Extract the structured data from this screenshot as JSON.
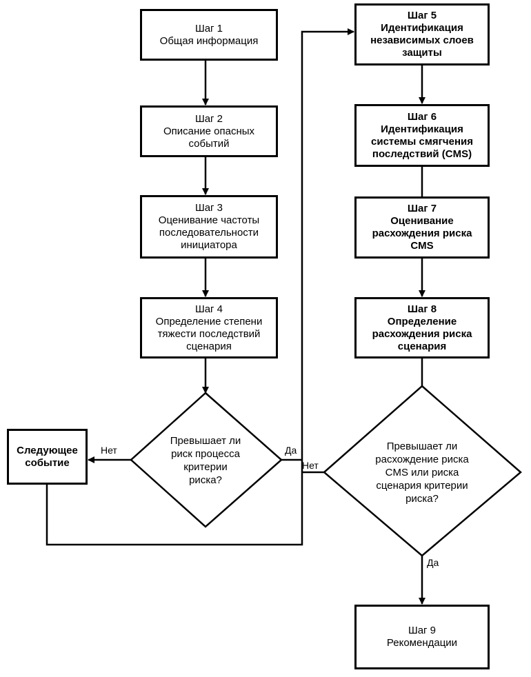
{
  "steps": {
    "s1": {
      "title": "Шаг 1",
      "text": [
        "Общая информация"
      ]
    },
    "s2": {
      "title": "Шаг 2",
      "text": [
        "Описание опасных",
        "событий"
      ]
    },
    "s3": {
      "title": "Шаг 3",
      "text": [
        "Оценивание частоты",
        "последовательности",
        "инициатора"
      ]
    },
    "s4": {
      "title": "Шаг 4",
      "text": [
        "Определение степени",
        "тяжести последствий",
        "сценария"
      ]
    },
    "s5": {
      "title": "Шаг 5",
      "text": [
        "Идентификация",
        "независимых слоев",
        "защиты"
      ]
    },
    "s6": {
      "title": "Шаг 6",
      "text": [
        "Идентификация",
        "системы смягчения",
        "последствий (CMS)"
      ]
    },
    "s7": {
      "title": "Шаг 7",
      "text": [
        "Оценивание",
        "расхождения риска",
        "CMS"
      ]
    },
    "s8": {
      "title": "Шаг 8",
      "text": [
        "Определение",
        "расхождения риска",
        "сценария"
      ]
    },
    "s9": {
      "title": "Шаг 9",
      "text": [
        "Рекомендации"
      ]
    }
  },
  "next_event": {
    "text": [
      "Следующее",
      "событие"
    ]
  },
  "decisions": {
    "d1": {
      "text": [
        "Превышает ли",
        "риск процесса",
        "критерии",
        "риска?"
      ]
    },
    "d2": {
      "text": [
        "Превышает ли",
        "расхождение риска",
        "CMS или риска",
        "сценария критерии",
        "риска?"
      ]
    }
  },
  "labels": {
    "d1_no": "Нет",
    "d1_yes": "Да",
    "d2_no": "Нет",
    "d2_yes": "Да"
  }
}
